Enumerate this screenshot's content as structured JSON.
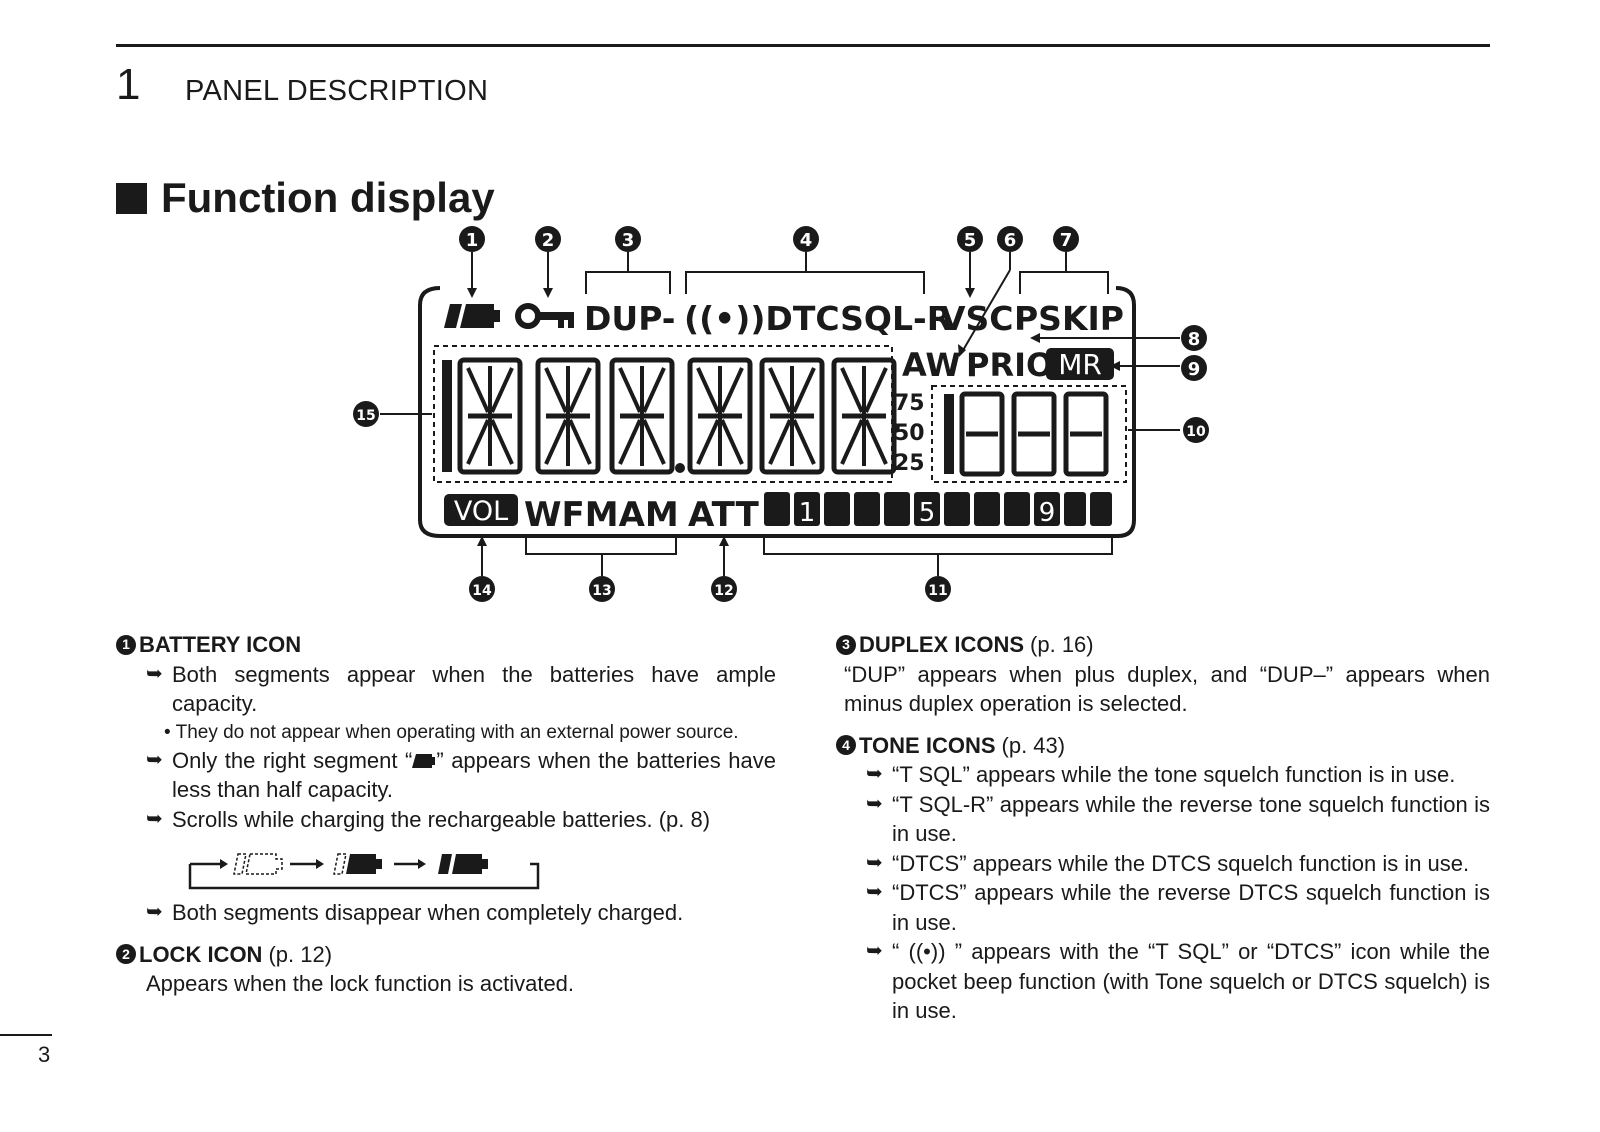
{
  "header": {
    "chapter_number": "1",
    "chapter_title": "PANEL DESCRIPTION"
  },
  "section_title": "Function display",
  "display": {
    "callouts": [
      "1",
      "2",
      "3",
      "4",
      "5",
      "6",
      "7",
      "8",
      "9",
      "10",
      "11",
      "12",
      "13",
      "14",
      "15"
    ],
    "top_row": {
      "dup": "DUP-",
      "tone": "((•))DTCSQL-R",
      "vsc": "VSC",
      "pskip": "PSKIP"
    },
    "second_row": {
      "aw": "AW",
      "prio": "PRIO",
      "mr": "MR"
    },
    "small_digits": [
      "75",
      "50",
      "25"
    ],
    "bottom_row": {
      "vol": "VOL",
      "mode": "WFMAM",
      "att": "ATT",
      "meter_numbers": [
        "1",
        "5",
        "9"
      ]
    },
    "colors": {
      "lcd_ink": "#1a1a1a"
    }
  },
  "left_column": {
    "battery": {
      "num": "1",
      "label": "BATTERY ICON",
      "items": [
        "Both segments appear when the batteries have ample capacity.",
        "Only the right segment “",
        "Scrolls while charging the rechargeable batteries. (p. 8)",
        "Both segments disappear when completely charged."
      ],
      "item2_tail": "” appears when the batteries have less than half capacity.",
      "sub_note": "• They do not appear when operating with an external power source."
    },
    "lock": {
      "num": "2",
      "label": "LOCK ICON",
      "ref": "(p. 12)",
      "text": "Appears when the lock function is activated."
    }
  },
  "right_column": {
    "duplex": {
      "num": "3",
      "label": "DUPLEX ICONS",
      "ref": "(p. 16)",
      "text": "“DUP” appears when plus duplex, and “DUP–” appears when minus duplex operation is selected."
    },
    "tone": {
      "num": "4",
      "label": "TONE ICONS",
      "ref": "(p. 43)",
      "items": [
        "“T SQL” appears while the tone squelch function is in use.",
        "“T SQL-R” appears while the reverse tone squelch function is in use.",
        "“DTCS” appears while the DTCS squelch function is in use.",
        "“DTCS” appears while the reverse DTCS squelch function is in use.",
        "“ ((•)) ” appears with the “T SQL” or “DTCS” icon while the pocket beep function (with Tone squelch or DTCS squelch) is in use."
      ]
    }
  },
  "footer": {
    "page_number": "3"
  }
}
